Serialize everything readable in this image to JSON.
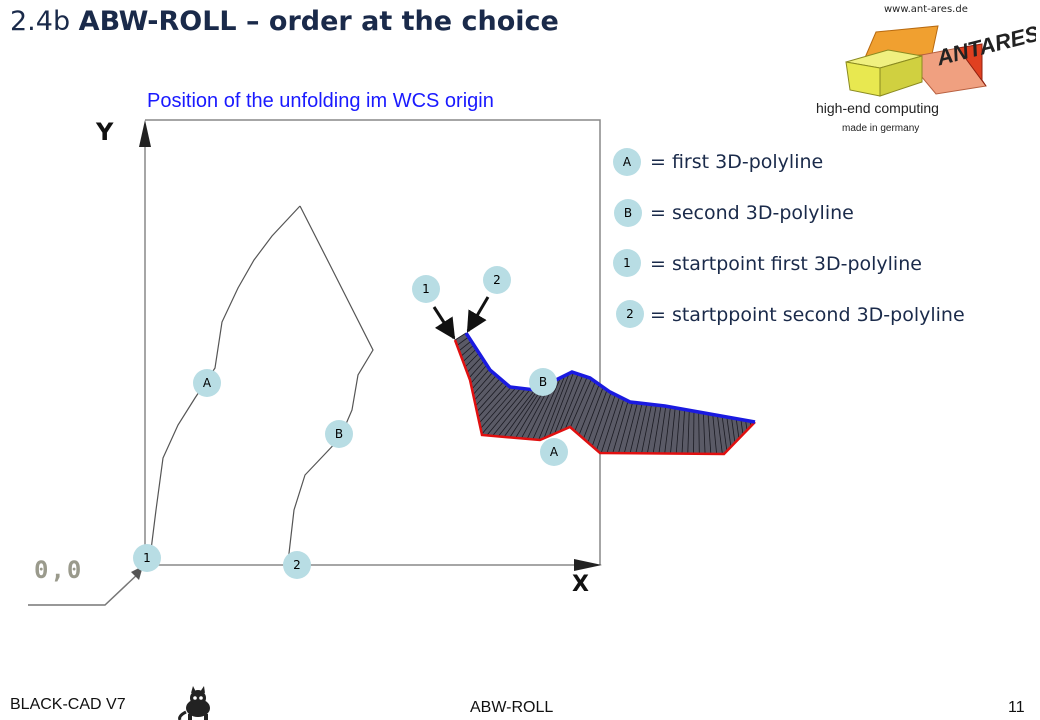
{
  "header": {
    "title_prefix": "2.4b",
    "title_bold": "ABW-ROLL",
    "title_rest": " – order at the choice"
  },
  "logo": {
    "url": "www.ant-ares.de",
    "brand": "ANTARES",
    "tagline": "high-end computing",
    "made_in": "made in germany",
    "colors": {
      "orange": "#f0a030",
      "yellow": "#e8e850",
      "salmon": "#f0a080",
      "red": "#e04020"
    }
  },
  "diagram": {
    "caption": "Position of the unfolding im WCS origin",
    "axis_x": "X",
    "axis_y": "Y",
    "origin": "0,0",
    "bubbles": {
      "a_left": "A",
      "b_left": "B",
      "start1_left": "1",
      "start2_left": "2",
      "a_right": "A",
      "b_right": "B",
      "start1_right": "1",
      "start2_right": "2"
    },
    "colors": {
      "polyline_a": "#e01010",
      "polyline_b": "#1a1ae0",
      "surface": "#5a5a66",
      "bubble": "#b8dde4"
    }
  },
  "legend": [
    {
      "symbol": "A",
      "text": "= first 3D-polyline"
    },
    {
      "symbol": "B",
      "text": "= second 3D-polyline"
    },
    {
      "symbol": "1",
      "text": "= startpoint first 3D-polyline"
    },
    {
      "symbol": "2",
      "text": "= startppoint second 3D-polyline"
    }
  ],
  "footer": {
    "left": "BLACK-CAD V7",
    "center": "ABW-ROLL",
    "page": "11"
  }
}
